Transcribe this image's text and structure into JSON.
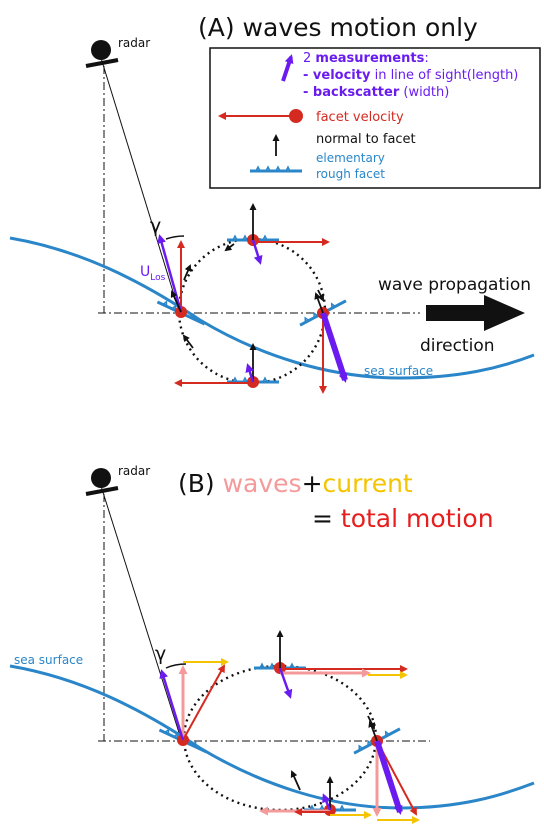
{
  "panel_a": {
    "title": "(A) waves motion only",
    "radar_label": "radar",
    "gamma": "γ",
    "ulos_main": "U",
    "ulos_sub": "Los",
    "wave_line1": "wave propagation",
    "wave_line2": "direction",
    "sea_surface": "sea surface",
    "legend": {
      "line1_num": "2 ",
      "line1_bold": "measurements",
      "line1_end": ":",
      "line2_bold": "- velocity",
      "line2_rest": " in line of sight(length)",
      "line3_bold": "- backscatter",
      "line3_rest": " (width)",
      "facet_velocity": "facet velocity",
      "normal": "normal to facet",
      "facet_line1": "elementary",
      "facet_line2": "rough facet"
    }
  },
  "panel_b": {
    "title_prefix": "(B) ",
    "title_waves": "waves",
    "title_plus": "+",
    "title_current": "current",
    "title_eq": "= ",
    "title_total": "total motion",
    "radar_label": "radar",
    "gamma": "γ",
    "sea_surface": "sea surface"
  },
  "colors": {
    "sea": "#2a86c8",
    "velocity_red": "#d42a20",
    "wave_pink": "#f59a9a",
    "current_yellow": "#f4c400",
    "measurement_purple": "#6a1cf0",
    "black": "#111111"
  }
}
